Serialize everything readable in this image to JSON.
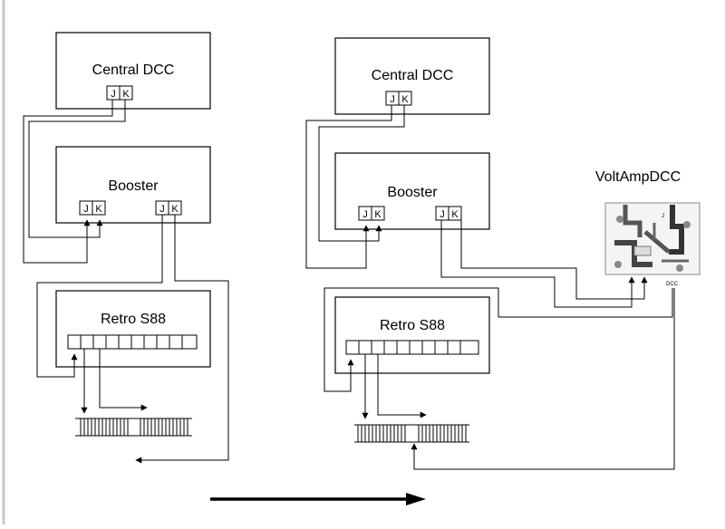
{
  "left_diagram": {
    "central": {
      "title": "Central DCC",
      "terminals": [
        "J",
        "K"
      ]
    },
    "booster": {
      "title": "Booster",
      "in_terminals": [
        "J",
        "K"
      ],
      "out_terminals": [
        "J",
        "K"
      ]
    },
    "s88": {
      "title": "Retro S88"
    }
  },
  "right_diagram": {
    "central": {
      "title": "Central DCC",
      "terminals": [
        "J",
        "K"
      ]
    },
    "booster": {
      "title": "Booster",
      "in_terminals": [
        "J",
        "K"
      ],
      "out_terminals": [
        "J",
        "K"
      ]
    },
    "s88": {
      "title": "Retro S88"
    },
    "voltamp": {
      "title": "VoltAmpDCC",
      "pcb_text": [
        "J",
        "DCC"
      ]
    }
  }
}
